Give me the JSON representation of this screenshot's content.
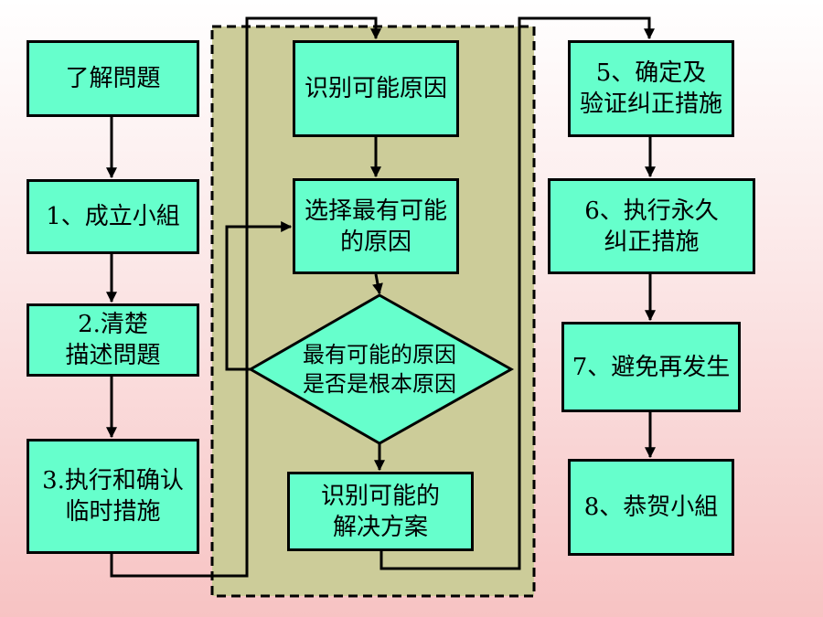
{
  "colors": {
    "node_fill": "#66ffcc",
    "group_fill": "#cccc99",
    "stroke": "#000000"
  },
  "nodes": {
    "understand": "了解問題",
    "step1": "1、成立小組",
    "step2": "2.清楚\n描述問題",
    "step3": "3.执行和确认\n临时措施",
    "identify_causes": "识别可能原因",
    "select_cause": "选择最有可能\n的原因",
    "decision": "最有可能的原因\n是否是根本原因",
    "identify_solutions": "识别可能的\n解决方案",
    "step5": "5、确定及\n验证纠正措施",
    "step6": "6、执行永久\n纠正措施",
    "step7": "7、避免再发生",
    "step8": "8、恭贺小組"
  }
}
